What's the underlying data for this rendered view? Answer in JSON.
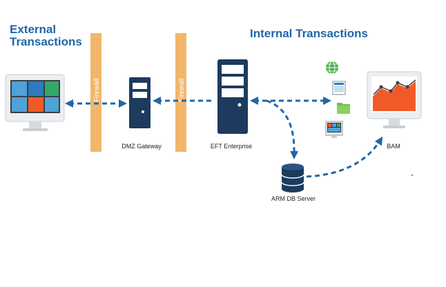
{
  "headings": {
    "external": [
      "External",
      "Transactions"
    ],
    "internal": "Internal Transactions"
  },
  "firewalls": [
    "Firewall",
    "Firewall"
  ],
  "labels": {
    "dmz_gateway": "DMZ Gateway",
    "eft_enterprise": "EFT Enterprise",
    "arm_db_server": "ARM DB Server",
    "bam": "BAM"
  },
  "colors": {
    "heading": "#1f66a8",
    "firewall": "#f2b66b",
    "server": "#1d3b5e",
    "arrow": "#1f66a8",
    "chart_orange": "#f05a28",
    "monitor_frame": "#eceff1"
  },
  "icons": [
    "globe-icon",
    "document-icon",
    "folder-icon",
    "dashboard-icon"
  ]
}
